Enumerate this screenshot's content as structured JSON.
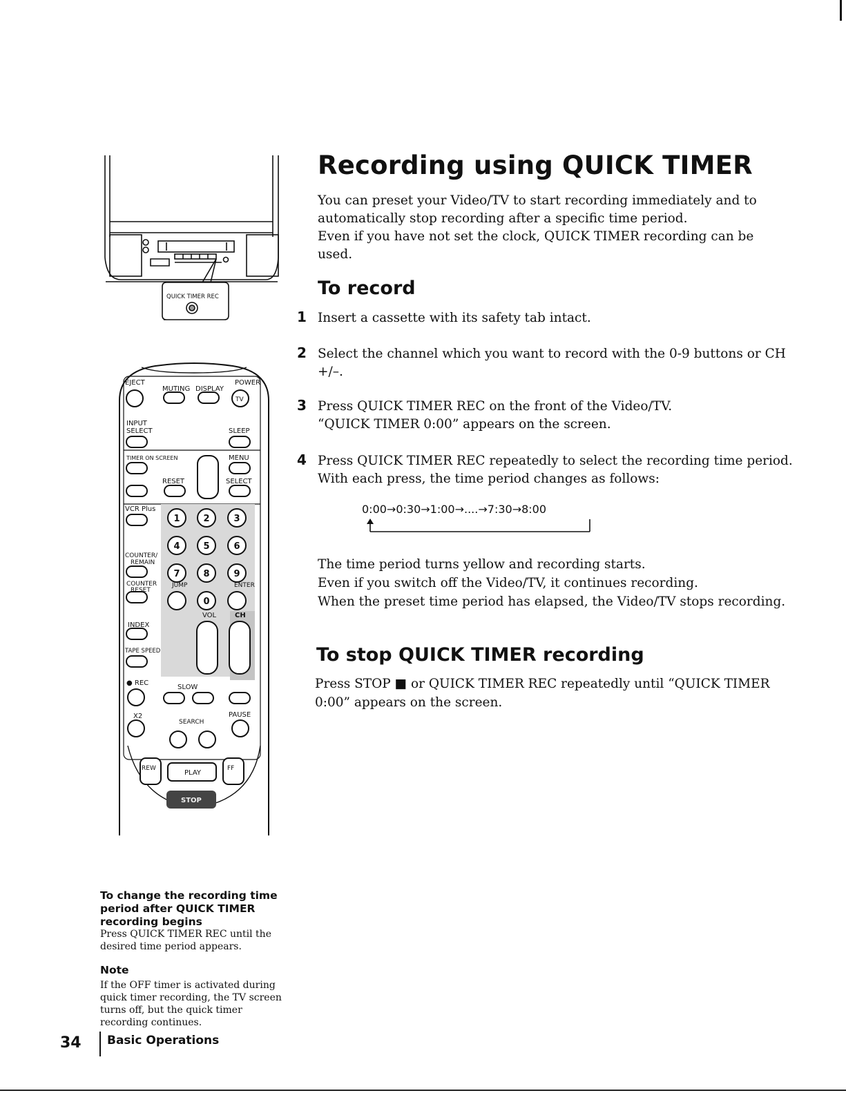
{
  "title": "Recording using QUICK TIMER",
  "intro": [
    "You can preset your Video/TV to start recording immediately and to",
    "automatically stop recording after a specific time period.",
    "Even if you have not set the clock, QUICK TIMER recording can be used."
  ],
  "to_record": {
    "heading": "To record",
    "steps": [
      {
        "num": "1",
        "lines": [
          "Insert a cassette with its safety tab intact."
        ]
      },
      {
        "num": "2",
        "lines": [
          "Select the channel which you want to record with the 0-9 buttons or CH",
          "+/–."
        ]
      },
      {
        "num": "3",
        "lines": [
          "Press QUICK TIMER REC on the front of the Video/TV.",
          "“QUICK TIMER 0:00” appears on the screen."
        ]
      },
      {
        "num": "4",
        "lines": [
          "Press QUICK TIMER REC repeatedly to select the recording time period.",
          "With each press, the time period changes as follows:"
        ]
      }
    ],
    "sequence": "0:00→0:30→1:00→....→7:30→8:00",
    "after": [
      "The time period turns yellow and recording starts.",
      "Even if you switch off the Video/TV, it continues recording.",
      "When the preset time period has elapsed, the Video/TV stops recording."
    ]
  },
  "to_stop": {
    "heading": "To stop QUICK TIMER recording",
    "lines": [
      "Press STOP ■ or QUICK TIMER REC repeatedly until “QUICK TIMER",
      "0:00” appears on the screen."
    ]
  },
  "side_notes": {
    "change_heading": [
      "To change the recording time",
      "period after QUICK TIMER",
      "recording begins"
    ],
    "change_body": [
      "Press QUICK TIMER REC until the",
      "desired time period appears."
    ],
    "note_heading": "Note",
    "note_body": [
      "If the OFF timer is activated during",
      "quick timer recording, the TV screen",
      "turns off, but the quick timer",
      "recording continues."
    ]
  },
  "footer": {
    "page_number": "34",
    "section": "Basic Operations"
  },
  "tv_illustration": {
    "callout_label": "QUICK TIMER REC"
  },
  "remote_labels": {
    "eject": "EJECT",
    "muting": "MUTING",
    "display": "DISPLAY",
    "power": "POWER",
    "tv": "TV",
    "input_select_1": "INPUT",
    "input_select_2": "SELECT",
    "sleep": "SLEEP",
    "timer_on_screen": "TIMER ON SCREEN",
    "menu": "MENU",
    "reset": "RESET",
    "select": "SELECT",
    "vcr_plus": "VCR Plus",
    "counter_remain_1": "COUNTER/",
    "counter_remain_2": "REMAIN",
    "counter_reset_1": "COUNTER",
    "counter_reset_2": "RESET",
    "jump": "JUMP",
    "enter": "ENTER",
    "vol": "VOL",
    "ch": "CH",
    "index": "INDEX",
    "tape_speed": "TAPE SPEED",
    "rec": "● REC",
    "slow": "SLOW",
    "x2": "X2",
    "pause": "PAUSE",
    "search": "SEARCH",
    "rew": "REW",
    "play": "PLAY",
    "ff": "FF",
    "stop": "STOP",
    "digits": [
      "1",
      "2",
      "3",
      "4",
      "5",
      "6",
      "7",
      "8",
      "9",
      "0"
    ]
  }
}
